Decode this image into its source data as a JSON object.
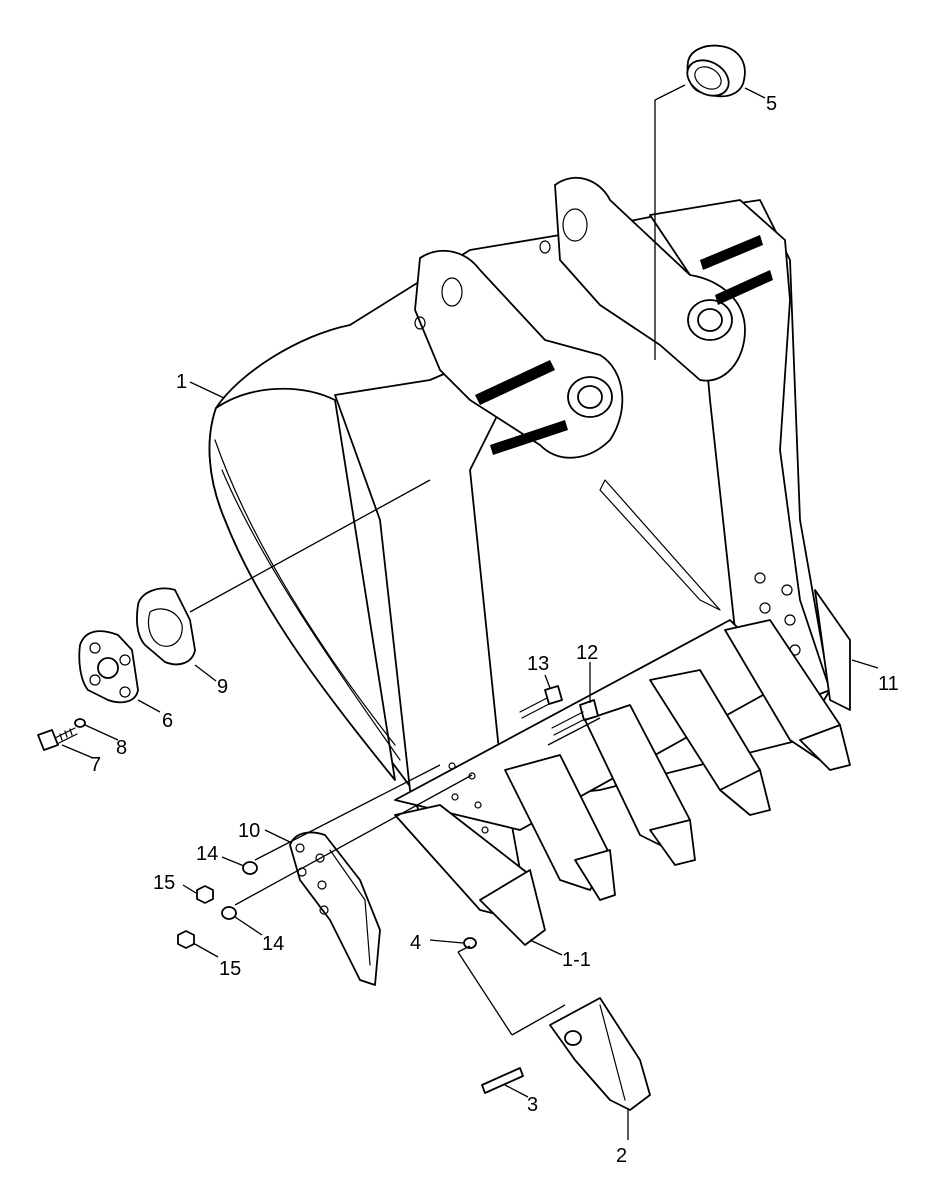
{
  "diagram": {
    "callouts": [
      {
        "id": "c1",
        "label": "1"
      },
      {
        "id": "c1_1",
        "label": "1-1"
      },
      {
        "id": "c2",
        "label": "2"
      },
      {
        "id": "c3",
        "label": "3"
      },
      {
        "id": "c4",
        "label": "4"
      },
      {
        "id": "c5",
        "label": "5"
      },
      {
        "id": "c6",
        "label": "6"
      },
      {
        "id": "c7",
        "label": "7"
      },
      {
        "id": "c8",
        "label": "8"
      },
      {
        "id": "c9",
        "label": "9"
      },
      {
        "id": "c10",
        "label": "10"
      },
      {
        "id": "c11",
        "label": "11"
      },
      {
        "id": "c12",
        "label": "12"
      },
      {
        "id": "c13",
        "label": "13"
      },
      {
        "id": "c14a",
        "label": "14"
      },
      {
        "id": "c14b",
        "label": "14"
      },
      {
        "id": "c15a",
        "label": "15"
      },
      {
        "id": "c15b",
        "label": "15"
      }
    ],
    "colors": {
      "line": "#000000",
      "background": "#ffffff"
    }
  }
}
